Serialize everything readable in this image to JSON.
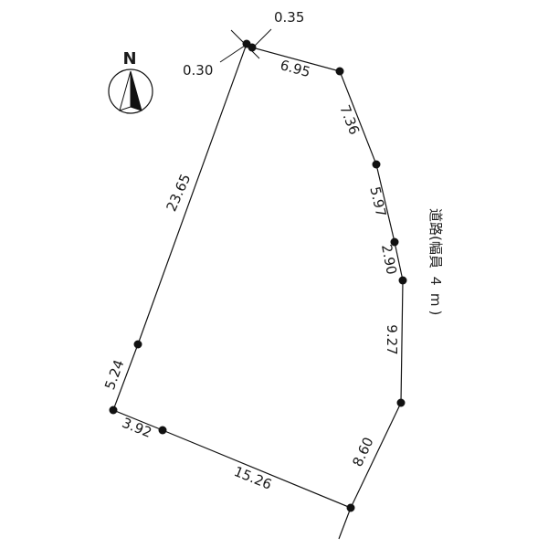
{
  "compass": {
    "label": "N",
    "icon": "north-arrow-icon"
  },
  "corner_offsets": {
    "top": "0.35",
    "left": "0.30"
  },
  "edges": [
    {
      "id": "ne-1",
      "length": "6.95"
    },
    {
      "id": "ne-2",
      "length": "7.36"
    },
    {
      "id": "e-1",
      "length": "5.97"
    },
    {
      "id": "e-2",
      "length": "2.90"
    },
    {
      "id": "e-3",
      "length": "9.27"
    },
    {
      "id": "se-1",
      "length": "8.60"
    },
    {
      "id": "s-1",
      "length": "15.26"
    },
    {
      "id": "s-2",
      "length": "3.92"
    },
    {
      "id": "w-1",
      "length": "5.24"
    },
    {
      "id": "w-2",
      "length": "23.65"
    }
  ],
  "road": {
    "name": "道路",
    "open_paren": "(",
    "width_label": "幅員",
    "width_value": "４",
    "unit": "m",
    "close_paren": ")"
  }
}
